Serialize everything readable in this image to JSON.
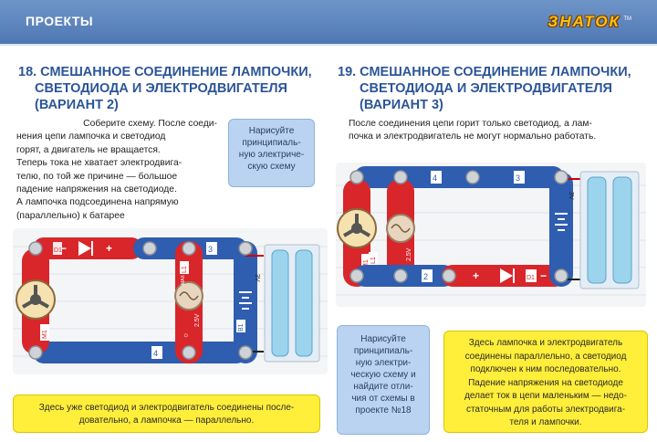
{
  "header": {
    "title": "ПРОЕКТЫ",
    "brand": "ЗНАТОК",
    "brand_tm": "TM"
  },
  "left": {
    "title_line1": "18. СМЕШАННОЕ СОЕДИНЕНИЕ ЛАМПОЧКИ,",
    "title_line2": "СВЕТОДИОДА И ЭЛЕКТРОДВИГАТЕЛЯ",
    "title_line3": "(ВАРИАНТ 2)",
    "body_lines": [
      "Соберите схему. После соеди-",
      "нения цепи лампочка и светодиод",
      "горят, а двигатель не вращается.",
      "Теперь тока не хватает электродвига-",
      "телю, по той же причине — большое",
      "падение напряжения на светодиоде.",
      "А лампочка подсоединена напрямую",
      "(параллельно) к батарее"
    ],
    "blue_note_lines": [
      "Нарисуйте",
      "принципиаль-",
      "ную электриче-",
      "скую схему"
    ],
    "yellow_note_lines": [
      "Здесь уже светодиод и электродвигатель соединены после-",
      "довательно, а лампочка — параллельно."
    ]
  },
  "right": {
    "title_line1": "19. СМЕШАННОЕ СОЕДИНЕНИЕ ЛАМПОЧКИ,",
    "title_line2": "СВЕТОДИОДА И ЭЛЕКТРОДВИГАТЕЛЯ",
    "title_line3": "(ВАРИАНТ 3)",
    "body_lines": [
      "После соединения цепи горит только светодиод, а лам-",
      "почка и электродвигатель не могут нормально работать."
    ],
    "blue_note_lines": [
      "Нарисуйте",
      "принципиаль-",
      "ную электри-",
      "ческую схему и",
      "найдите отли-",
      "чия от схемы в",
      "проекте №18"
    ],
    "yellow_note_lines": [
      "Здесь лампочка и электродвигатель",
      "соединены параллельно, а светодиод",
      "подключен к ним последовательно.",
      "Падение напряжения на светодиоде",
      "делает ток в цепи маленьким — недо-",
      "статочным для работы электродвига-",
      "теля и лампочки."
    ]
  },
  "parts": {
    "bulb_voltage": "2.5V",
    "bulb_max": "MAX 0.3A",
    "battery_voltage": "3V",
    "led_tag": "D1",
    "bulb_tag": "L1",
    "motor_tag": "M1",
    "battery_tag": "B1",
    "wire_labels": [
      "3",
      "4",
      "2"
    ]
  },
  "colors": {
    "title_blue": "#2c5598",
    "blue_snap": "#2f5db0",
    "red_snap": "#d8262b",
    "yellow_note": "#ffee3a",
    "blue_note": "#b9d3f0"
  }
}
